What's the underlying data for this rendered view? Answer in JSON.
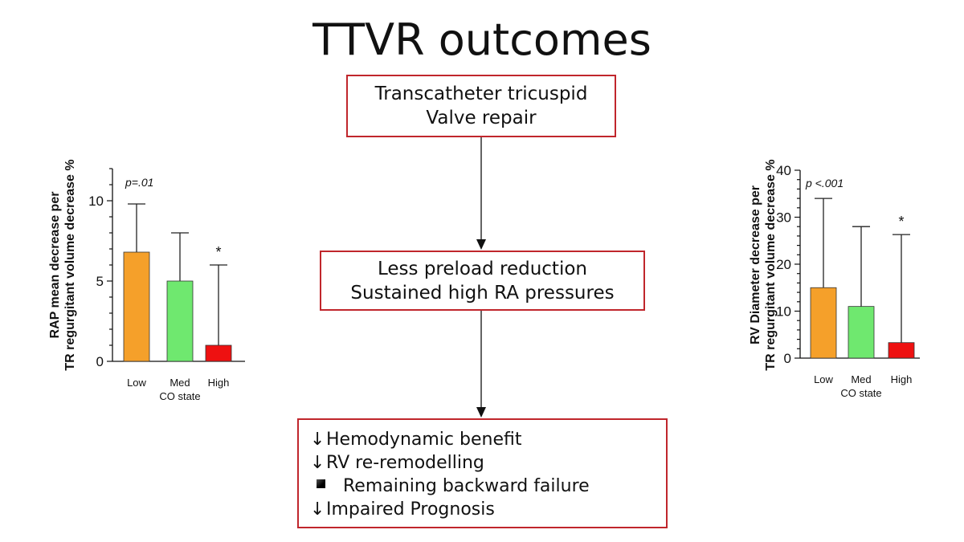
{
  "title": "TTVR outcomes",
  "flow": {
    "box1": [
      "Transcatheter tricuspid",
      "Valve repair"
    ],
    "box2": [
      "Less preload reduction",
      "Sustained high RA pressures"
    ],
    "box3": [
      {
        "marker": "↓",
        "text": "Hemodynamic benefit",
        "marker_icon": "down-arrow-icon"
      },
      {
        "marker": "↓",
        "text": "RV re-remodelling",
        "marker_icon": "down-arrow-icon"
      },
      {
        "marker": "",
        "text": "Remaining backward failure",
        "marker_icon": "square-bullet-icon"
      },
      {
        "marker": "↓",
        "text": "Impaired Prognosis",
        "marker_icon": "down-arrow-icon"
      }
    ]
  },
  "colors": {
    "accent_border": "#c0262c",
    "low": "#f5a02a",
    "med": "#6fe86f",
    "high": "#ee1111"
  },
  "chart_data": [
    {
      "type": "bar",
      "ylabel_lines": [
        "RAP mean decrease per",
        "TR regurgitant volume decrease %"
      ],
      "xlabel": "CO state",
      "categories": [
        "Low",
        "Med",
        "High"
      ],
      "values": [
        6.8,
        5.0,
        1.0
      ],
      "error_upper": [
        9.8,
        8.0,
        6.0
      ],
      "ylim": [
        0,
        12
      ],
      "yticks": [
        0,
        5,
        10
      ],
      "annotations": {
        "pvalue": "p=.01",
        "star": "*",
        "star_category": "High"
      },
      "grid": false
    },
    {
      "type": "bar",
      "ylabel_lines": [
        "RV Diameter decrease per",
        "TR regurgitant volume decrease %"
      ],
      "xlabel": "CO state",
      "categories": [
        "Low",
        "Med",
        "High"
      ],
      "values": [
        15,
        11,
        3.3
      ],
      "error_upper": [
        34,
        28,
        26.3
      ],
      "ylim": [
        0,
        40
      ],
      "yticks": [
        0,
        10,
        20,
        30,
        40
      ],
      "annotations": {
        "pvalue": "p <.001",
        "star": "*",
        "star_category": "High"
      },
      "grid": false
    }
  ]
}
